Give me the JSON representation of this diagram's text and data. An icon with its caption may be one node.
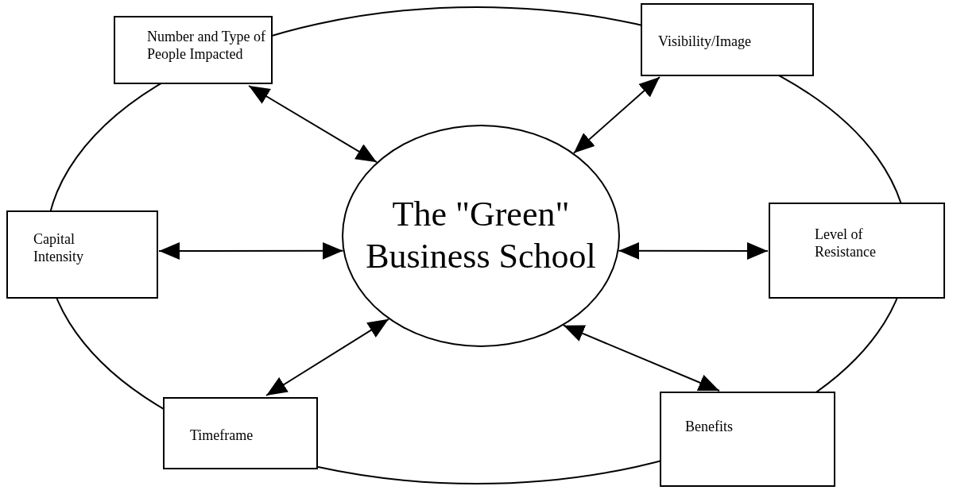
{
  "diagram": {
    "nodes": [
      {
        "text": [
          "Number and Type of People Impacted"
        ]
      },
      {
        "text": [
          "Visibility/Image"
        ]
      },
      {
        "text": [
          "Capital Intensity"
        ]
      },
      {
        "text": [
          "The \"Green\" Business School"
        ]
      },
      {
        "text": [
          "Level of Resistance"
        ]
      },
      {
        "text": [
          "Timeframe"
        ]
      },
      {
        "text": [
          "Benefits"
        ]
      }
    ],
    "edges": [
      {
        "from": 0,
        "to": 3,
        "arrow": "both"
      },
      {
        "from": 1,
        "to": 3,
        "arrow": "both"
      },
      {
        "from": 2,
        "to": 3,
        "arrow": "both"
      },
      {
        "from": 4,
        "to": 3,
        "arrow": "both"
      },
      {
        "from": 5,
        "to": 3,
        "arrow": "both"
      },
      {
        "from": 6,
        "to": 3,
        "arrow": "both"
      }
    ]
  }
}
